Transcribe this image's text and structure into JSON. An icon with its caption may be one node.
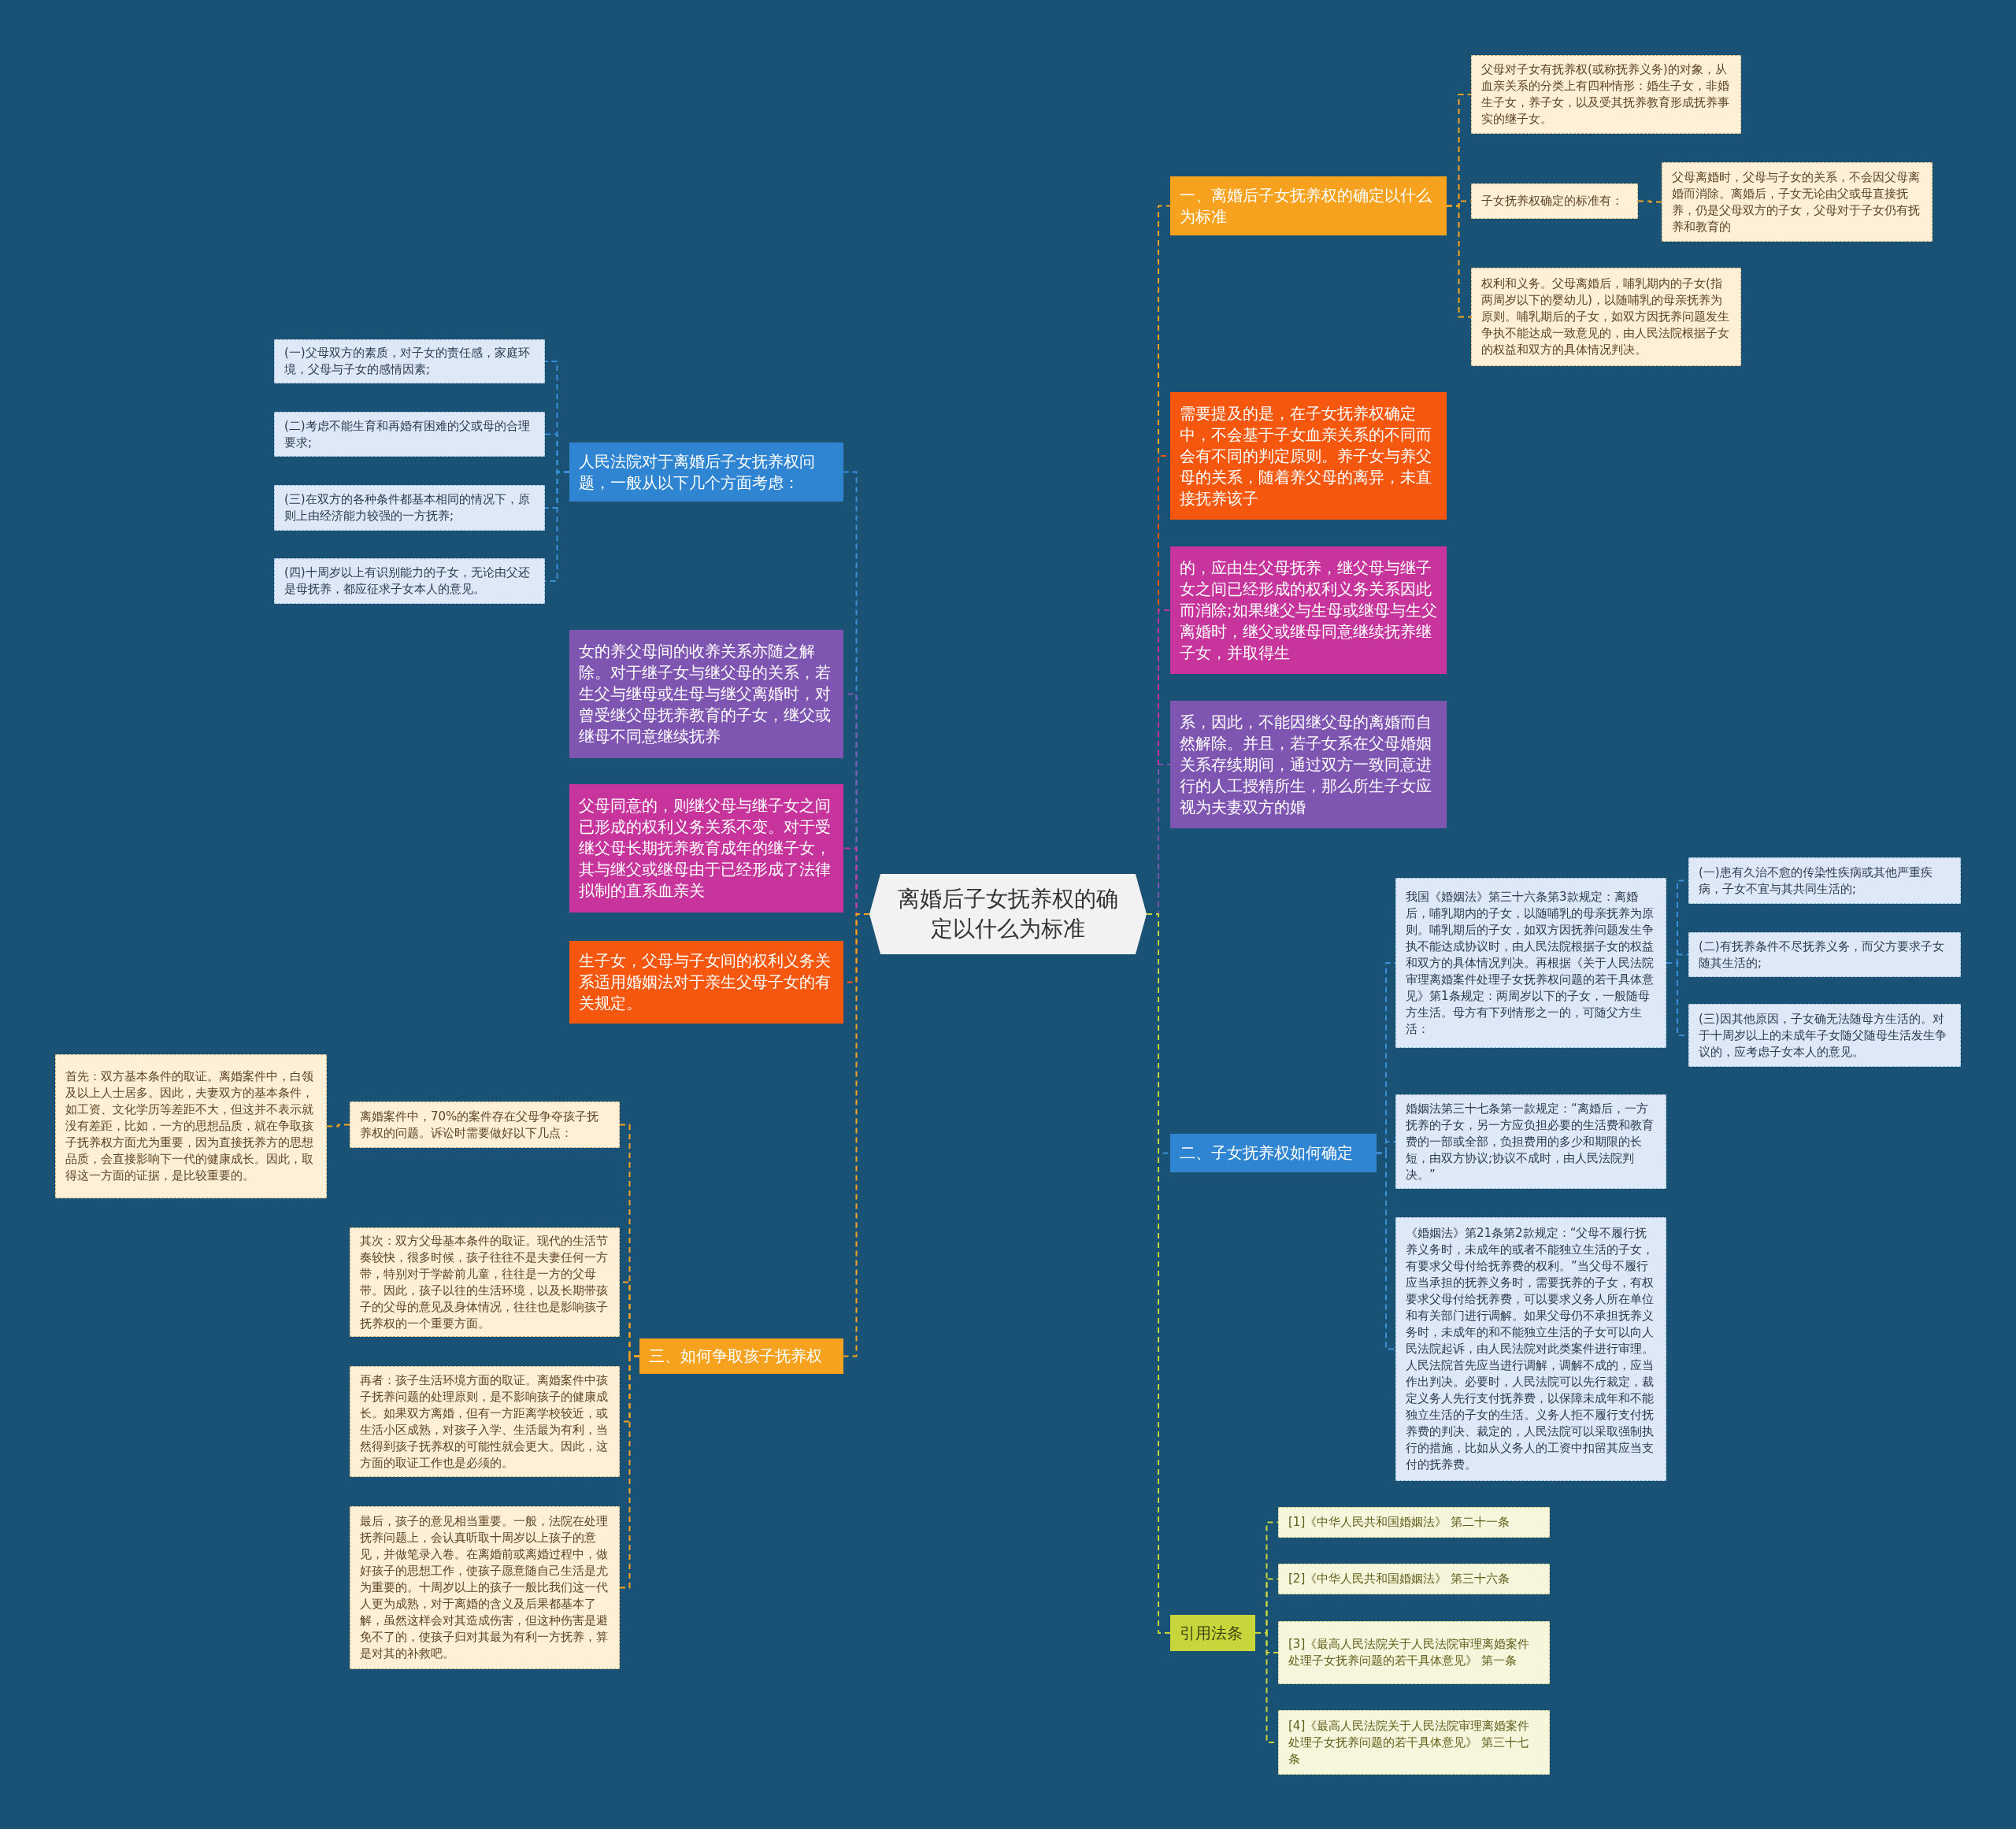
{
  "diagram": {
    "nodes": [
      {
        "text": [
          "离婚后子女抚养权的确定以什么为标准"
        ]
      },
      {
        "text": [
          "一、离婚后子女抚养权的确定以什么为标准"
        ]
      },
      {
        "text": [
          "父母对子女有抚养权(或称抚养义务)的对象，从血亲关系的分类上有四种情形：婚生子女，非婚生子女，养子女，以及受其抚养教育形成抚养事实的继子女。"
        ]
      },
      {
        "text": [
          "子女抚养权确定的标准有："
        ]
      },
      {
        "text": [
          "父母离婚时，父母与子女的关系，不会因父母离婚而消除。离婚后，子女无论由父或母直接抚养，仍是父母双方的子女，父母对于子女仍有抚养和教育的"
        ]
      },
      {
        "text": [
          "权利和义务。父母离婚后，哺乳期内的子女(指两周岁以下的婴幼儿)，以随哺乳的母亲抚养为原则。哺乳期后的子女，如双方因抚养问题发生争执不能达成一致意见的，由人民法院根据子女的权益和双方的具体情况判决。"
        ]
      },
      {
        "text": [
          "需要提及的是，在子女抚养权确定中，不会基于子女血亲关系的不同而会有不同的判定原则。养子女与养父母的关系，随着养父母的离异，未直接抚养该子"
        ]
      },
      {
        "text": [
          "的，应由生父母抚养，继父母与继子女之间已经形成的权利义务关系因此而消除;如果继父与生母或继母与生父离婚时，继父或继母同意继续抚养继子女，并取得生"
        ]
      },
      {
        "text": [
          "系，因此，不能因继父母的离婚而自然解除。并且，若子女系在父母婚姻关系存续期间，通过双方一致同意进行的人工授精所生，那么所生子女应视为夫妻双方的婚"
        ]
      },
      {
        "text": [
          "二、子女抚养权如何确定"
        ]
      },
      {
        "text": [
          "我国《婚姻法》第三十六条第3款规定：离婚后，哺乳期内的子女，以随哺乳的母亲抚养为原则。哺乳期后的子女，如双方因抚养问题发生争执不能达成协议时，由人民法院根据子女的权益和双方的具体情况判决。再根据《关于人民法院审理离婚案件处理子女抚养权问题的若干具体意见》第1条规定：两周岁以下的子女，一般随母方生活。母方有下列情形之一的，可随父方生活："
        ]
      },
      {
        "text": [
          "(一)患有久治不愈的传染性疾病或其他严重疾病，子女不宜与其共同生活的;"
        ]
      },
      {
        "text": [
          "(二)有抚养条件不尽抚养义务，而父方要求子女随其生活的;"
        ]
      },
      {
        "text": [
          "(三)因其他原因，子女确无法随母方生活的。对于十周岁以上的未成年子女随父随母生活发生争议的，应考虑子女本人的意见。"
        ]
      },
      {
        "text": [
          "婚姻法第三十七条第一款规定：“离婚后，一方抚养的子女，另一方应负担必要的生活费和教育费的一部或全部，负担费用的多少和期限的长短，由双方协议;协议不成时，由人民法院判决。”"
        ]
      },
      {
        "text": [
          "《婚姻法》第21条第2款规定：“父母不履行抚养义务时，未成年的或者不能独立生活的子女，有要求父母付给抚养费的权利。”当父母不履行应当承担的抚养义务时，需要抚养的子女，有权要求父母付给抚养费，可以要求义务人所在单位和有关部门进行调解。如果父母仍不承担抚养义务时，未成年的和不能独立生活的子女可以向人民法院起诉，由人民法院对此类案件进行审理。人民法院首先应当进行调解，调解不成的，应当作出判决。必要时，人民法院可以先行裁定，裁定义务人先行支付抚养费，以保障未成年和不能独立生活的子女的生活。义务人拒不履行支付抚养费的判决、裁定的，人民法院可以采取强制执行的措施，比如从义务人的工资中扣留其应当支付的抚养费。"
        ]
      },
      {
        "text": [
          "引用法条"
        ]
      },
      {
        "text": [
          "[1]《中华人民共和国婚姻法》 第二十一条"
        ]
      },
      {
        "text": [
          "[2]《中华人民共和国婚姻法》 第三十六条"
        ]
      },
      {
        "text": [
          "[3]《最高人民法院关于人民法院审理离婚案件处理子女抚养问题的若干具体意见》 第一条"
        ]
      },
      {
        "text": [
          "[4]《最高人民法院关于人民法院审理离婚案件处理子女抚养问题的若干具体意见》 第三十七条"
        ]
      },
      {
        "text": [
          "人民法院对于离婚后子女抚养权问题，一般从以下几个方面考虑："
        ]
      },
      {
        "text": [
          "(一)父母双方的素质，对子女的责任感，家庭环境，父母与子女的感情因素;"
        ]
      },
      {
        "text": [
          "(二)考虑不能生育和再婚有困难的父或母的合理要求;"
        ]
      },
      {
        "text": [
          "(三)在双方的各种条件都基本相同的情况下，原则上由经济能力较强的一方抚养;"
        ]
      },
      {
        "text": [
          "(四)十周岁以上有识别能力的子女，无论由父还是母抚养，都应征求子女本人的意见。"
        ]
      },
      {
        "text": [
          "女的养父母间的收养关系亦随之解除。对于继子女与继父母的关系，若生父与继母或生母与继父离婚时，对曾受继父母抚养教育的子女，继父或继母不同意继续抚养"
        ]
      },
      {
        "text": [
          "父母同意的，则继父母与继子女之间已形成的权利义务关系不变。对于受继父母长期抚养教育成年的继子女，其与继父或继母由于已经形成了法律拟制的直系血亲关"
        ]
      },
      {
        "text": [
          "生子女，父母与子女间的权利义务关系适用婚姻法对于亲生父母子女的有关规定。"
        ]
      },
      {
        "text": [
          "三、如何争取孩子抚养权"
        ]
      },
      {
        "text": [
          "离婚案件中，70%的案件存在父母争夺孩子抚养权的问题。诉讼时需要做好以下几点："
        ]
      },
      {
        "text": [
          "首先：双方基本条件的取证。离婚案件中，白领及以上人士居多。因此，夫妻双方的基本条件，如工资、文化学历等差距不大，但这并不表示就没有差距，比如，一方的思想品质，就在争取孩子抚养权方面尤为重要，因为直接抚养方的思想品质，会直接影响下一代的健康成长。因此，取得这一方面的证据，是比较重要的。"
        ]
      },
      {
        "text": [
          "其次：双方父母基本条件的取证。现代的生活节奏较快，很多时候，孩子往往不是夫妻任何一方带，特别对于学龄前儿童，往往是一方的父母带。因此，孩子以往的生活环境，以及长期带孩子的父母的意见及身体情况，往往也是影响孩子抚养权的一个重要方面。"
        ]
      },
      {
        "text": [
          "再者：孩子生活环境方面的取证。离婚案件中孩子抚养问题的处理原则，是不影响孩子的健康成长。如果双方离婚，但有一方距离学校较近，或生活小区成熟，对孩子入学、生活最为有利，当然得到孩子抚养权的可能性就会更大。因此，这方面的取证工作也是必须的。"
        ]
      },
      {
        "text": [
          "最后，孩子的意见相当重要。一般，法院在处理抚养问题上，会认真听取十周岁以上孩子的意见，并做笔录入卷。在离婚前或离婚过程中，做好孩子的思想工作，使孩子愿意随自己生活是尤为重要的。十周岁以上的孩子一般比我们这一代人更为成熟，对于离婚的含义及后果都基本了解，虽然这样会对其造成伤害，但这种伤害是避免不了的，使孩子归对其最为有利一方抚养，算是对其的补救吧。"
        ]
      }
    ],
    "edges": [
      {
        "from": 0,
        "to": 1,
        "arrow": "none",
        "color": "#f6a21f"
      },
      {
        "from": 1,
        "to": 2,
        "arrow": "none",
        "color": "#f6a21f"
      },
      {
        "from": 1,
        "to": 3,
        "arrow": "none",
        "color": "#f6a21f"
      },
      {
        "from": 3,
        "to": 4,
        "arrow": "none",
        "color": "#f6a21f"
      },
      {
        "from": 1,
        "to": 5,
        "arrow": "none",
        "color": "#f6a21f"
      },
      {
        "from": 0,
        "to": 6,
        "arrow": "none",
        "color": "#f5570f"
      },
      {
        "from": 0,
        "to": 7,
        "arrow": "none",
        "color": "#c7359c"
      },
      {
        "from": 0,
        "to": 8,
        "arrow": "none",
        "color": "#7e55b0"
      },
      {
        "from": 0,
        "to": 9,
        "arrow": "none"
      },
      {
        "from": 9,
        "to": 10,
        "arrow": "none"
      },
      {
        "from": 10,
        "to": 11,
        "arrow": "none"
      },
      {
        "from": 10,
        "to": 12,
        "arrow": "none"
      },
      {
        "from": 10,
        "to": 13,
        "arrow": "none"
      },
      {
        "from": 9,
        "to": 14,
        "arrow": "none"
      },
      {
        "from": 9,
        "to": 15,
        "arrow": "none"
      },
      {
        "from": 0,
        "to": 16,
        "arrow": "none",
        "color": "#c8d63c"
      },
      {
        "from": 16,
        "to": 17,
        "arrow": "none",
        "color": "#c8d63c"
      },
      {
        "from": 16,
        "to": 18,
        "arrow": "none",
        "color": "#c8d63c"
      },
      {
        "from": 16,
        "to": 19,
        "arrow": "none",
        "color": "#c8d63c"
      },
      {
        "from": 16,
        "to": 20,
        "arrow": "none",
        "color": "#c8d63c"
      },
      {
        "from": 0,
        "to": 21,
        "arrow": "none"
      },
      {
        "from": 21,
        "to": 22,
        "arrow": "none"
      },
      {
        "from": 21,
        "to": 23,
        "arrow": "none"
      },
      {
        "from": 21,
        "to": 24,
        "arrow": "none"
      },
      {
        "from": 21,
        "to": 25,
        "arrow": "none"
      },
      {
        "from": 0,
        "to": 26,
        "arrow": "none",
        "color": "#7e55b0"
      },
      {
        "from": 0,
        "to": 27,
        "arrow": "none",
        "color": "#c7359c"
      },
      {
        "from": 0,
        "to": 28,
        "arrow": "none",
        "color": "#f5570f"
      },
      {
        "from": 0,
        "to": 29,
        "arrow": "none",
        "color": "#f6a21f"
      },
      {
        "from": 29,
        "to": 30,
        "arrow": "none",
        "color": "#f6a21f"
      },
      {
        "from": 30,
        "to": 31,
        "arrow": "none",
        "color": "#f6a21f"
      },
      {
        "from": 29,
        "to": 32,
        "arrow": "none",
        "color": "#f6a21f"
      },
      {
        "from": 29,
        "to": 33,
        "arrow": "none",
        "color": "#f6a21f"
      },
      {
        "from": 29,
        "to": 34,
        "arrow": "none",
        "color": "#f6a21f"
      }
    ]
  }
}
